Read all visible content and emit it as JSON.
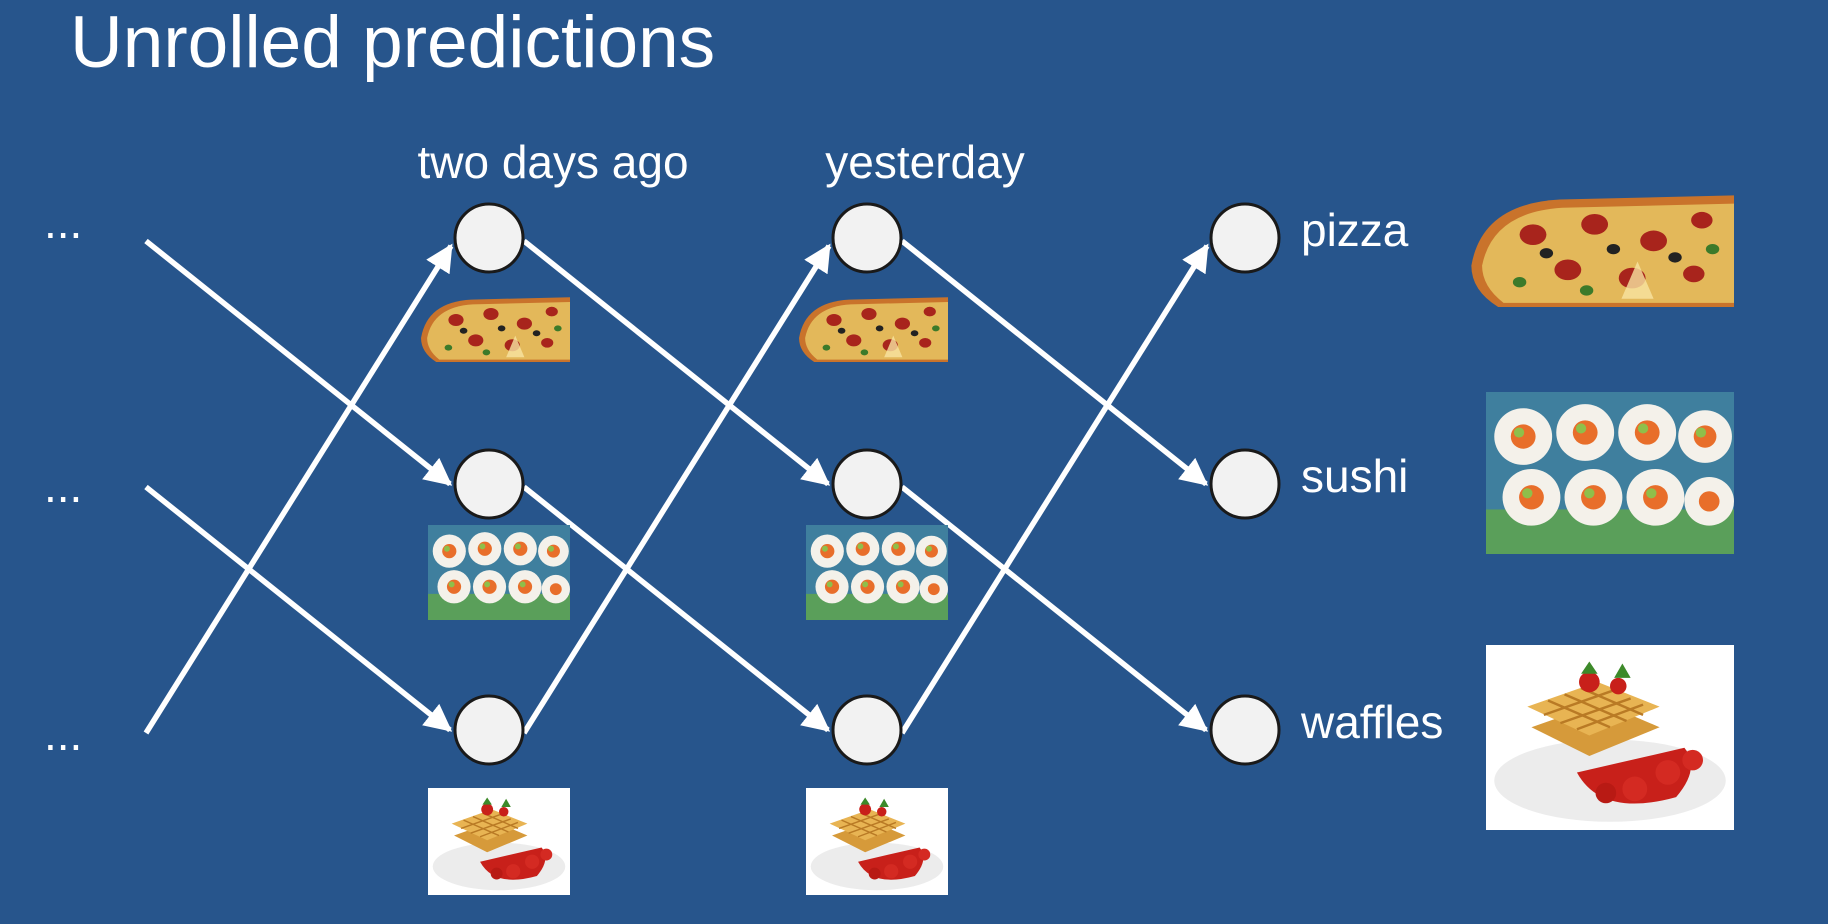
{
  "slide": {
    "title": "Unrolled predictions",
    "background": "#27558c"
  },
  "columns": [
    {
      "label": "two days ago"
    },
    {
      "label": "yesterday"
    }
  ],
  "ellipses": [
    "...",
    "...",
    "..."
  ],
  "outputs": [
    {
      "label": "pizza"
    },
    {
      "label": "sushi"
    },
    {
      "label": "waffles"
    }
  ],
  "foods": [
    "pizza",
    "sushi",
    "waffles"
  ],
  "colors": {
    "node_fill": "#f2f2f2",
    "node_stroke": "#1a1a1a",
    "arrow": "#ffffff"
  }
}
